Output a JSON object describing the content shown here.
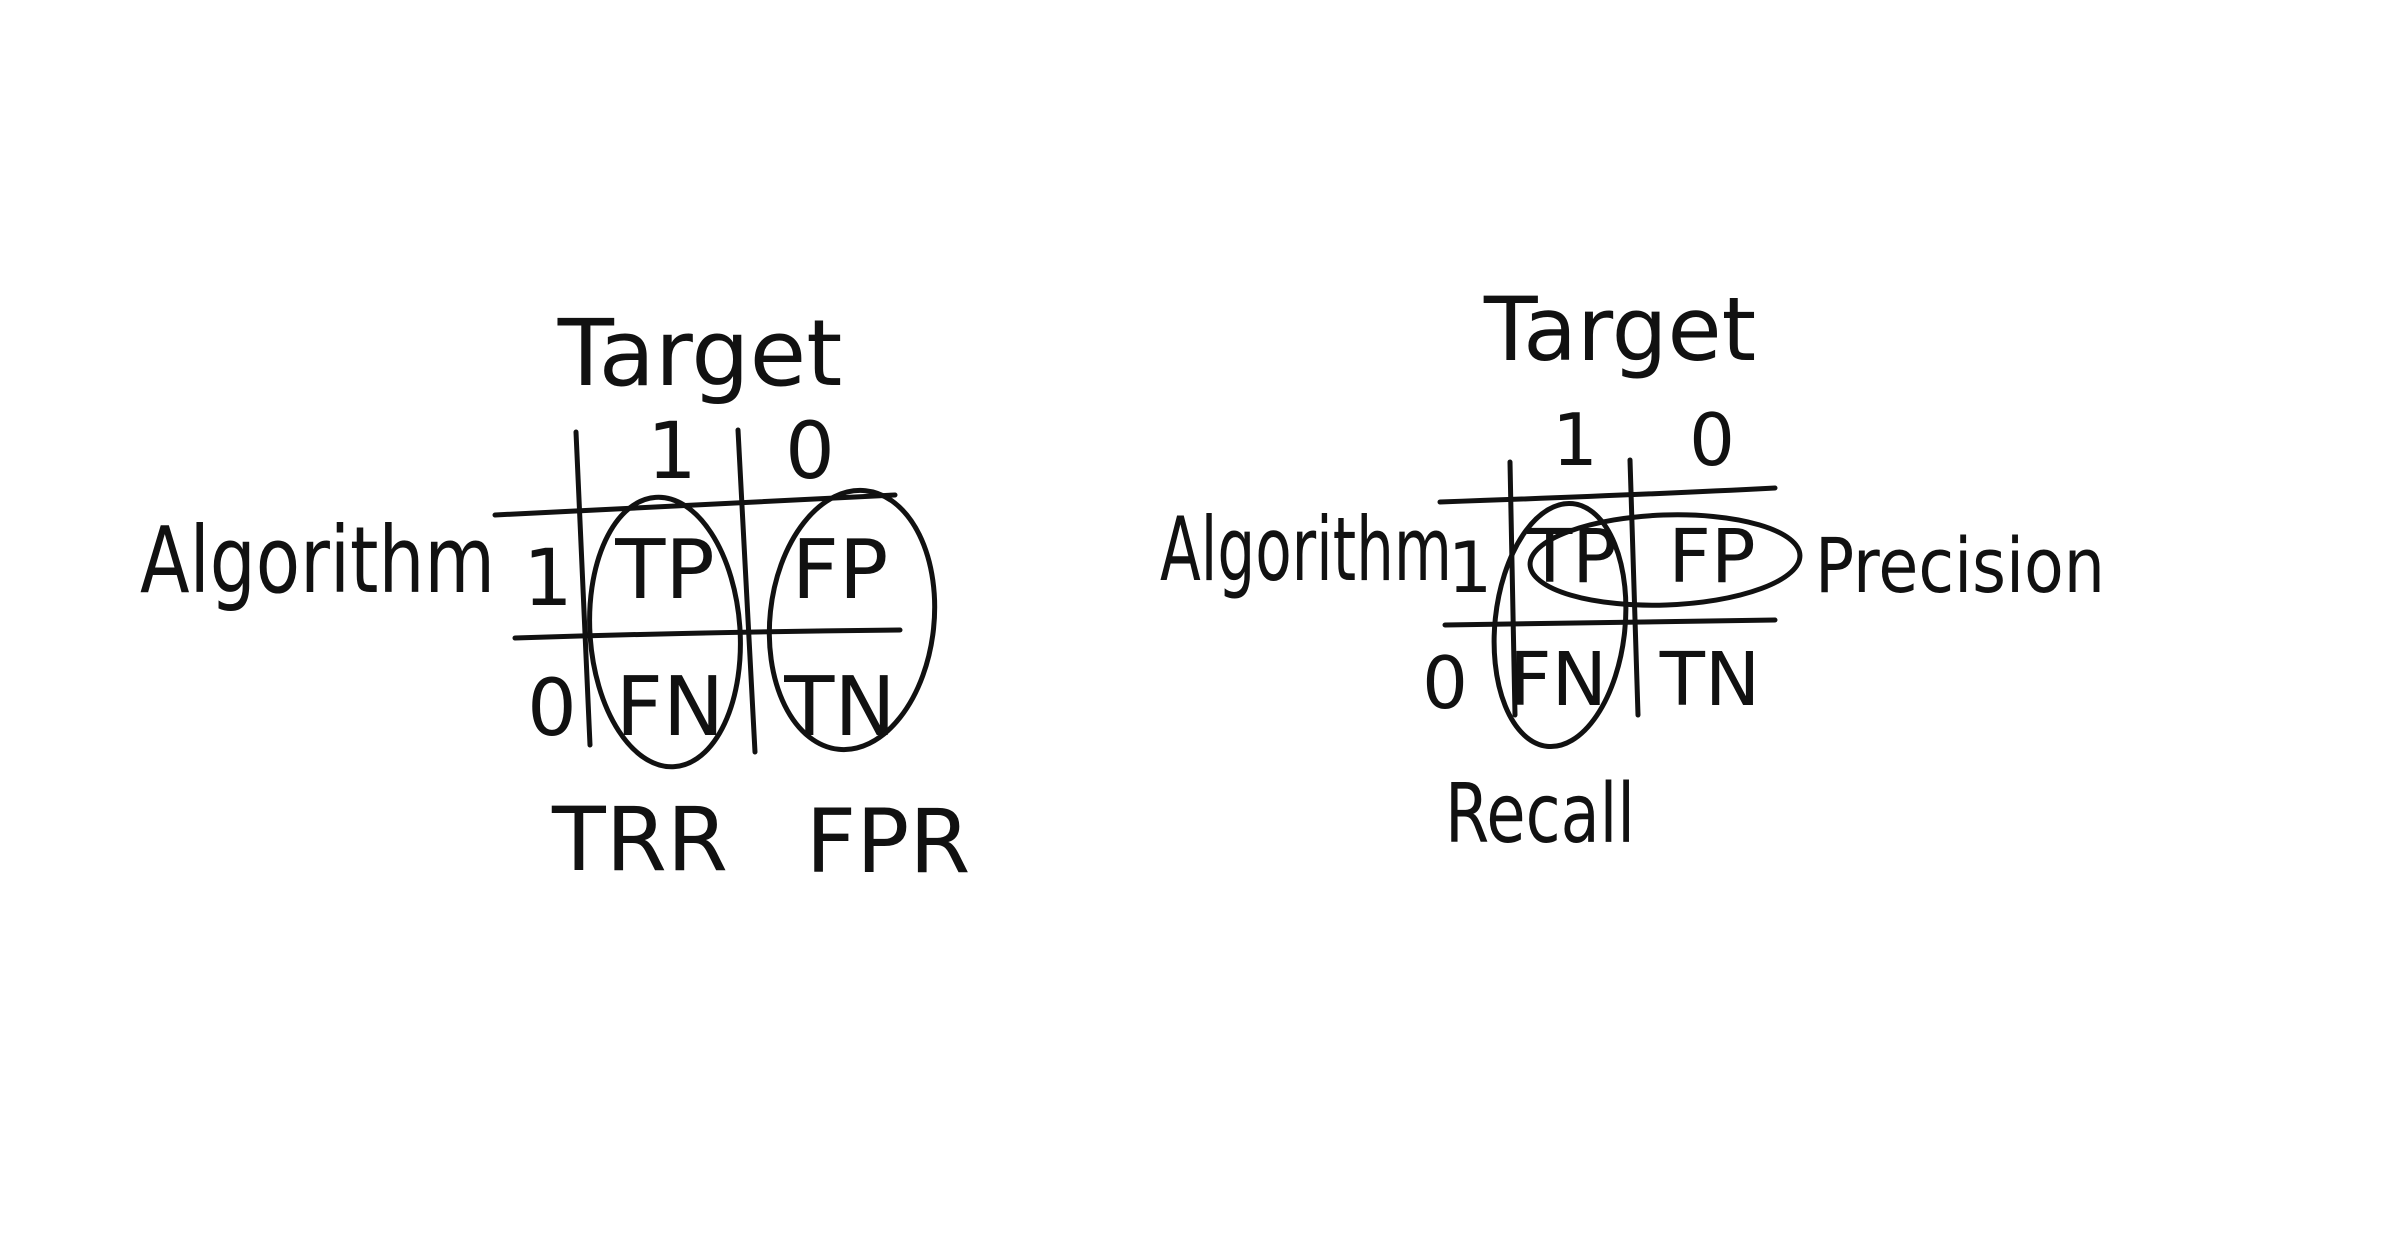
{
  "left_matrix": {
    "column_header": "Target",
    "row_header": "Algorithm",
    "column_labels": [
      "1",
      "0"
    ],
    "row_labels": [
      "1",
      "0"
    ],
    "cells": [
      [
        "TP",
        "FP"
      ],
      [
        "FN",
        "TN"
      ]
    ],
    "column_metrics": [
      "TRR",
      "FPR"
    ]
  },
  "right_matrix": {
    "column_header": "Target",
    "row_header": "Algorithm",
    "column_labels": [
      "1",
      "0"
    ],
    "row_labels": [
      "1",
      "0"
    ],
    "cells": [
      [
        "TP",
        "FP"
      ],
      [
        "FN",
        "TN"
      ]
    ],
    "row_metric": "Precision",
    "column_metric": "Recall"
  }
}
